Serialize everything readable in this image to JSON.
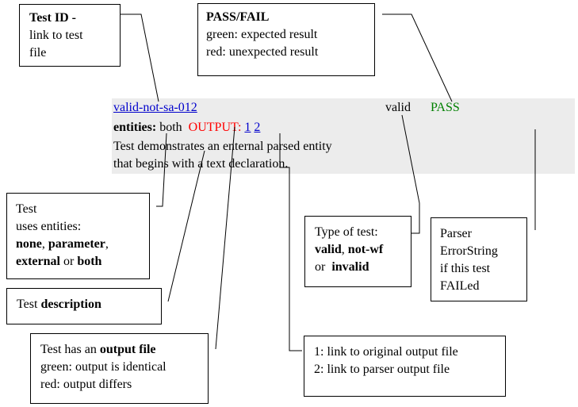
{
  "test_row": {
    "test_id": "valid-not-sa-012",
    "type": "valid",
    "result": "PASS",
    "entities_label": "entities:",
    "entities_value": "both",
    "output_label": "OUTPUT:",
    "output_link_1": "1",
    "output_link_2": "2",
    "description_line1": "Test demonstrates an enternal parsed entity",
    "description_line2": "that begins with a text declaration."
  },
  "callouts": {
    "test_id": {
      "title": "Test ID -",
      "line2": "link to test",
      "line3": "file"
    },
    "pass_fail": {
      "title": "PASS/FAIL",
      "line2": "green: expected result",
      "line3": "red: unexpected result"
    },
    "entities": {
      "line1": "Test",
      "line2": "uses entities:",
      "none": "none",
      "sep1": ", ",
      "parameter": "parameter",
      "sep2": ",",
      "external": "external",
      "or": " or ",
      "both": "both"
    },
    "description": {
      "prefix": "Test ",
      "bold": "description"
    },
    "output_file": {
      "prefix": "Test has an ",
      "bold": "output file",
      "line2": "green: output is identical",
      "line3": "red: output differs"
    },
    "type_of_test": {
      "line1": "Type of test:",
      "valid": "valid",
      "sep": ", ",
      "notwf": "not-wf",
      "or": "or  ",
      "invalid": "invalid"
    },
    "parser_error": {
      "line1": "Parser",
      "line2": "ErrorString",
      "line3": "if this test",
      "line4": "FAILed"
    },
    "output_links": {
      "line1": "1: link to original output file",
      "line2": "2: link to parser output file"
    }
  },
  "colors": {
    "row_background": "#ececec",
    "link": "#0000cc",
    "pass": "#008000",
    "output": "#ff0000"
  }
}
